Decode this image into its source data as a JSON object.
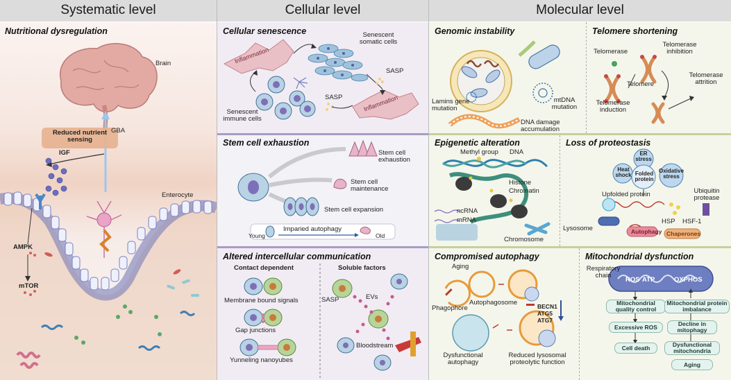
{
  "columns": {
    "systematic": "Systematic level",
    "cellular": "Cellular level",
    "molecular": "Molecular level"
  },
  "systematic": {
    "title": "Nutritional dysregulation",
    "brain": "Brain",
    "gba": "GBA",
    "reduced_sensing": "Reduced nutrient sensing",
    "igf": "IGF",
    "enterocyte": "Enterocyte",
    "ampk": "AMPK",
    "mtor": "mTOR"
  },
  "senescence": {
    "title": "Cellular senescence",
    "senescent_somatic": "Senescent somatic cells",
    "inflammation_top": "Inflammation",
    "sasp_right": "SASP",
    "sasp_left": "SASP",
    "inflammation_bottom": "Inflammation",
    "senescent_immune": "Senescent immune cells"
  },
  "stem": {
    "title": "Stem cell exhaustion",
    "exhaustion": "Stem cell exhaustion",
    "maintenance": "Stem cell maintenance",
    "expansion": "Stem cell expansion",
    "young": "Young",
    "impaired": "Imparied autophagy",
    "old": "Old"
  },
  "intercellular": {
    "title": "Altered intercellular communication",
    "contact": "Contact dependent",
    "soluble": "Soluble factors",
    "membrane": "Membrane bound signals",
    "gap": "Gap junctions",
    "tunneling": "Yunneling nanoyubes",
    "sasp": "SASP",
    "evs": "EVs",
    "bloodstream": "Bloodstream"
  },
  "genomic": {
    "title": "Genomic instability",
    "lamins": "Lamins gene mutation",
    "mtdna": "mtDNA mutation",
    "dna_damage": "DNA damage accumulation"
  },
  "telomere": {
    "title": "Telomere shortening",
    "telomerase": "Telomerase",
    "inhibition": "Telomerase inhibition",
    "telomere": "Telomere",
    "attrition": "Telomerase attrition",
    "induction": "Telomerase induction"
  },
  "epigenetic": {
    "title": "Epigenetic alteration",
    "methyl": "Methyl group",
    "dna": "DNA",
    "histone": "Histone",
    "chromatin": "Chromatin",
    "ncrna": "ncRNA",
    "mrna": "mRNA",
    "chromosome": "Chromosome"
  },
  "proteostasis": {
    "title": "Loss of proteostasis",
    "er": "ER stress",
    "heat": "Heat shock",
    "folded": "Folded protein",
    "oxidative": "Oxidative stress",
    "upfolded": "Upfolded protein",
    "ubiquitin": "Ubiquitin protease",
    "lysosome": "Lysosome",
    "hsp": "HSP",
    "hsf1": "HSF-1",
    "autophagy": "Autophagy",
    "chaperones": "Chaperones"
  },
  "autophagy": {
    "title": "Compromised autophagy",
    "aging": "Aging",
    "phagophore": "Phagophore",
    "autophagosome": "Autophagosome",
    "becn1": "BECN1",
    "atg5": "ATG5",
    "atg7": "ATG7",
    "dysfunctional": "Dysfunctional autophagy",
    "reduced": "Reduced lysosomal proteolytic function"
  },
  "mito": {
    "title": "Mitochondrial dysfunction",
    "respiratory": "Respiratory chain",
    "ros": "ROS",
    "atp": "ATP",
    "oxphos": "OXPHOS",
    "qc": "Mitochondrial quality control",
    "imbalance": "Mitochondrial protein imbalance",
    "excessive_ros": "Excessive ROS",
    "decline": "Decline in mitophagy",
    "cell_death": "Cell death",
    "dysfunctional_mito": "Dysfunctional mitochondria",
    "aging": "Aging"
  },
  "colors": {
    "header_bg": "#d9d9d9",
    "left_bg": "#f7ece8",
    "mid_bg": "#f1ecf4",
    "right_bg": "#f4f6ec",
    "purple_divider": "#a99bc4",
    "green_divider": "#c6cf9a",
    "accent_red": "#c0392b",
    "accent_blue": "#3a5fa3"
  }
}
